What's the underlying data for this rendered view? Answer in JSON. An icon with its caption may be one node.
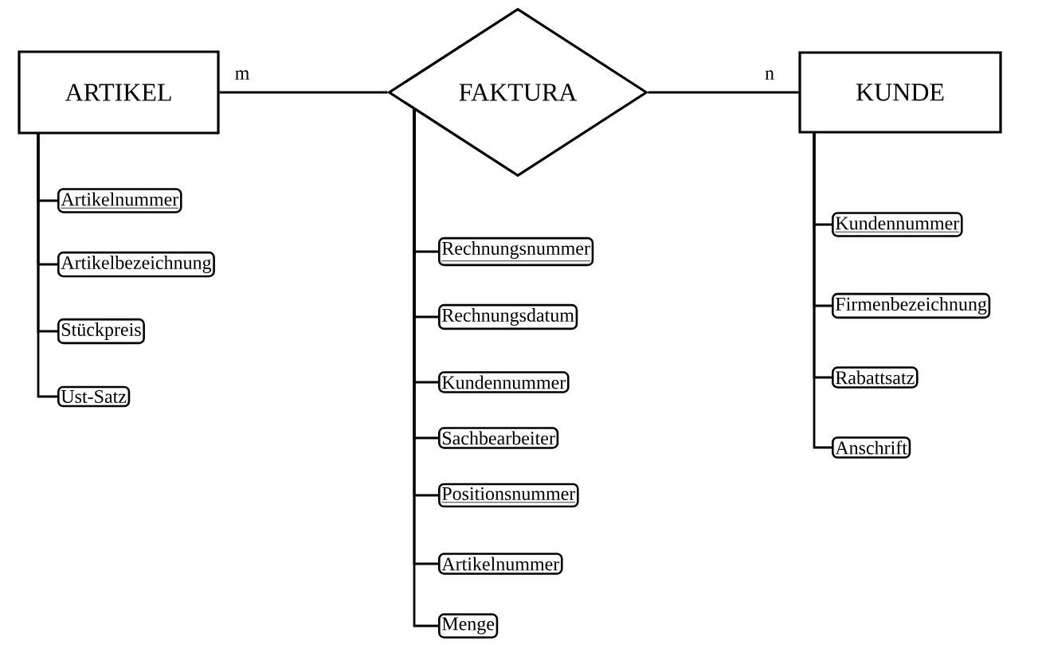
{
  "diagram": {
    "nodes": [
      {
        "text": [
          "ARTIKEL"
        ]
      },
      {
        "text": [
          "FAKTURA"
        ]
      },
      {
        "text": [
          "KUNDE"
        ]
      },
      {
        "text": [
          "Artikelnummer"
        ]
      },
      {
        "text": [
          "Artikelbezeichnung"
        ]
      },
      {
        "text": [
          "Stückpreis"
        ]
      },
      {
        "text": [
          "Ust-Satz"
        ]
      },
      {
        "text": [
          "Rechnungsnummer"
        ]
      },
      {
        "text": [
          "Rechnungsdatum"
        ]
      },
      {
        "text": [
          "Kundennummer"
        ]
      },
      {
        "text": [
          "Sachbearbeiter"
        ]
      },
      {
        "text": [
          "Positionsnummer"
        ]
      },
      {
        "text": [
          "Artikelnummer"
        ]
      },
      {
        "text": [
          "Menge"
        ]
      },
      {
        "text": [
          "Kundennummer"
        ]
      },
      {
        "text": [
          "Firmenbezeichnung"
        ]
      },
      {
        "text": [
          "Rabattsatz"
        ]
      },
      {
        "text": [
          "Anschrift"
        ]
      }
    ],
    "edges": [
      {
        "from": 0,
        "to": 1,
        "arrow": "none",
        "label": "m"
      },
      {
        "from": 1,
        "to": 2,
        "arrow": "none",
        "label": "n"
      },
      {
        "from": 0,
        "to": 3,
        "arrow": "none"
      },
      {
        "from": 0,
        "to": 4,
        "arrow": "none"
      },
      {
        "from": 0,
        "to": 5,
        "arrow": "none"
      },
      {
        "from": 0,
        "to": 6,
        "arrow": "none"
      },
      {
        "from": 1,
        "to": 7,
        "arrow": "none"
      },
      {
        "from": 1,
        "to": 8,
        "arrow": "none"
      },
      {
        "from": 1,
        "to": 9,
        "arrow": "none"
      },
      {
        "from": 1,
        "to": 10,
        "arrow": "none"
      },
      {
        "from": 1,
        "to": 11,
        "arrow": "none"
      },
      {
        "from": 1,
        "to": 12,
        "arrow": "none"
      },
      {
        "from": 1,
        "to": 13,
        "arrow": "none"
      },
      {
        "from": 2,
        "to": 14,
        "arrow": "none"
      },
      {
        "from": 2,
        "to": 15,
        "arrow": "none"
      },
      {
        "from": 2,
        "to": 16,
        "arrow": "none"
      },
      {
        "from": 2,
        "to": 17,
        "arrow": "none"
      }
    ]
  }
}
